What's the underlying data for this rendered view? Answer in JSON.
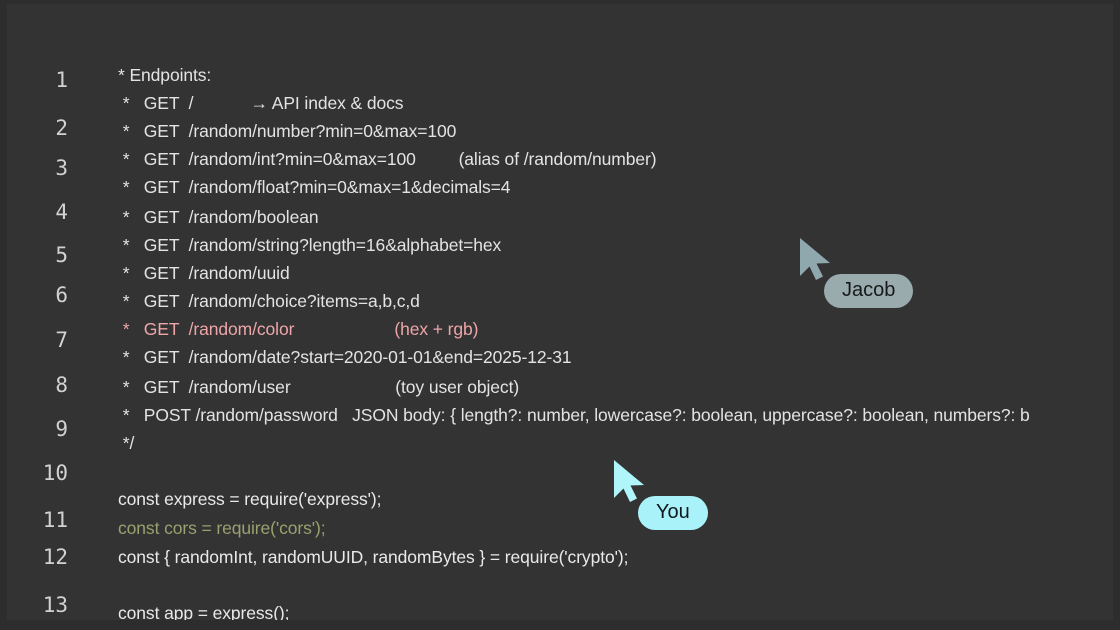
{
  "editor": {
    "background_color": "#333333",
    "frame_color": "#2d2d2d",
    "default_text_color": "#e6e6e6",
    "gutter_text_color": "#d2d2d2",
    "line_numbers": [
      "1",
      "2",
      "3",
      "4",
      "5",
      "6",
      "7",
      "8",
      "9",
      "10",
      "11",
      "12",
      "13"
    ],
    "lines": [
      {
        "text": "* Endpoints:",
        "style": "comment"
      },
      {
        "text": " *   GET  /            → API index & docs",
        "style": "comment"
      },
      {
        "text": " *   GET  /random/number?min=0&max=100",
        "style": "comment"
      },
      {
        "text": " *   GET  /random/int?min=0&max=100         (alias of /random/number)",
        "style": "comment"
      },
      {
        "text": " *   GET  /random/float?min=0&max=1&decimals=4",
        "style": "comment"
      },
      {
        "text": " *   GET  /random/boolean",
        "style": "comment"
      },
      {
        "text": " *   GET  /random/string?length=16&alphabet=hex",
        "style": "comment"
      },
      {
        "text": " *   GET  /random/uuid",
        "style": "comment"
      },
      {
        "text": " *   GET  /random/choice?items=a,b,c,d",
        "style": "comment"
      },
      {
        "text": " *   GET  /random/color                     (hex + rgb)",
        "style": "highlight-pink"
      },
      {
        "text": " *   GET  /random/date?start=2020-01-01&end=2025-12-31",
        "style": "comment"
      },
      {
        "text": " *   GET  /random/user                      (toy user object)",
        "style": "comment"
      },
      {
        "text": " *   POST /random/password   JSON body: { length?: number, lowercase?: boolean, uppercase?: boolean, numbers?: b",
        "style": "comment"
      },
      {
        "text": " */",
        "style": "comment"
      },
      {
        "text": "const express = require('express');",
        "style": "plain"
      },
      {
        "text": "const cors = require('cors');",
        "style": "olive"
      },
      {
        "text": "const { randomInt, randomUUID, randomBytes } = require('crypto');",
        "style": "plain"
      },
      {
        "text": "const app = express();",
        "style": "plain"
      }
    ]
  },
  "cursors": [
    {
      "id": "jacob",
      "label": "Jacob",
      "color": "#9aabad",
      "pointer_color": "#8fa8ad"
    },
    {
      "id": "you",
      "label": "You",
      "color": "#aaf2f9",
      "pointer_color": "#aff5fa"
    }
  ]
}
